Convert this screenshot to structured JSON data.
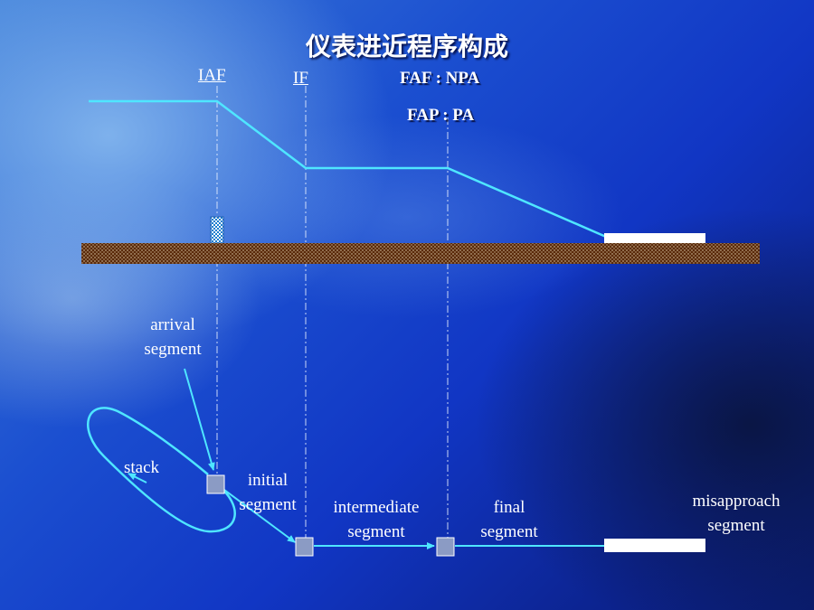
{
  "title": "仪表进近程序构成",
  "fixes": {
    "iaf": "IAF",
    "if": "IF",
    "faf_npa": "FAF : NPA",
    "fap_pa": "FAP : PA"
  },
  "segments": {
    "arrival": [
      "arrival",
      "segment"
    ],
    "stack": "stack",
    "initial": [
      "initial",
      "segment"
    ],
    "intermediate": [
      "intermediate",
      "segment"
    ],
    "final": [
      "final",
      "segment"
    ],
    "missed": [
      "misapproach",
      "segment"
    ]
  },
  "colors": {
    "track": "#4fe6ff",
    "ground_fill": "#5a2a0a",
    "runway": "#ffffff",
    "fix_box": "#8b9bc4",
    "text": "#ffffff"
  },
  "icons": {
    "iaf_marker": "checkered-beacon-icon",
    "fix_box": "waypoint-square-icon",
    "runway": "runway-bar-icon"
  }
}
